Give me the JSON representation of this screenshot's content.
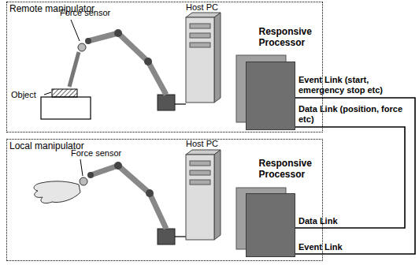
{
  "diagram": {
    "nodes": [
      {
        "text": [
          "Remote manipulator"
        ]
      },
      {
        "text": [
          "Responsive Processor"
        ],
        "in": 0
      },
      {
        "text": [
          "Local manipulator"
        ]
      },
      {
        "text": [
          "Responsive Processor"
        ],
        "in": 2
      }
    ],
    "edges": [
      {
        "from": 1,
        "to": 3,
        "arrow": "none",
        "label": "Event Link (start, emergency stop etc)"
      },
      {
        "from": 1,
        "to": 3,
        "arrow": "none",
        "label": "Data Link (position, force etc)"
      }
    ],
    "labels": [
      "Force sensor",
      "Object",
      "Host PC",
      "Force sensor",
      "Host PC",
      "Data Link",
      "Event Link"
    ]
  }
}
